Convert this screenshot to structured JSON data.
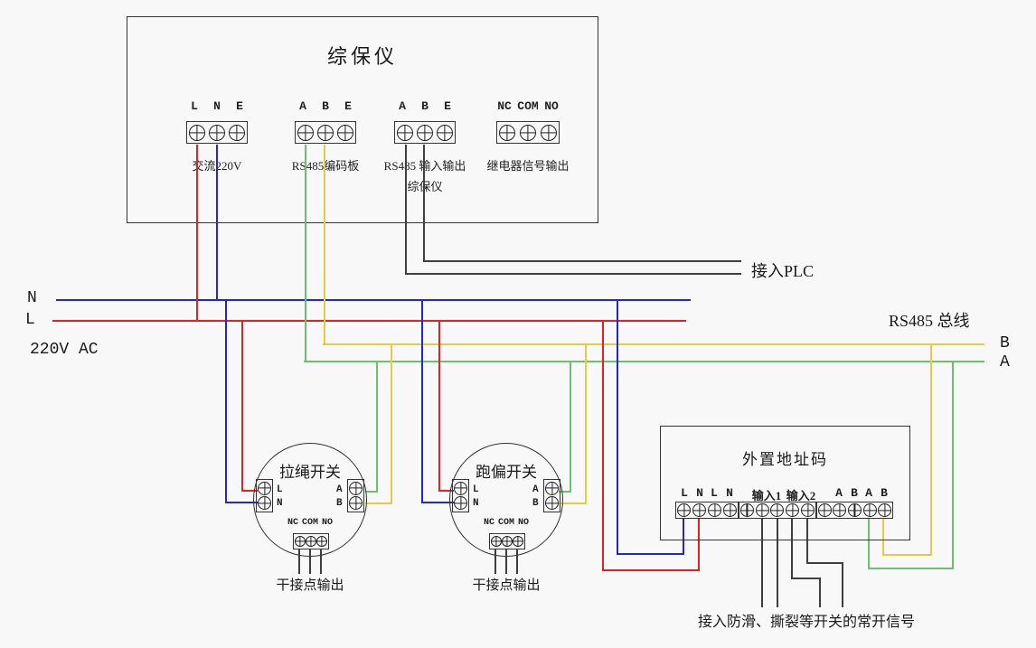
{
  "colors": {
    "background": "#f8f8f8",
    "line": "#333333",
    "wire_red": "#e02222",
    "wire_blue": "#2424dd",
    "wire_yellow": "#e6cc44",
    "wire_green": "#6dc06d",
    "wire_black": "#3f3f3f"
  },
  "main_unit": {
    "title": "综保仪",
    "blocks": [
      {
        "labels": [
          "L",
          "N",
          "E"
        ],
        "caption": "交流220V"
      },
      {
        "labels": [
          "A",
          "B",
          "E"
        ],
        "caption": "RS485编码板"
      },
      {
        "labels": [
          "A",
          "B",
          "E"
        ],
        "caption": "RS485 输入输出",
        "caption2": "综保仪"
      },
      {
        "labels": [
          "NC",
          "COM",
          "NO"
        ],
        "caption": "继电器信号输出"
      }
    ]
  },
  "bus": {
    "n": "N",
    "l": "L",
    "ac": "220V AC",
    "rs485": "RS485 总线",
    "b": "B",
    "a": "A"
  },
  "plc": {
    "label": "接入PLC"
  },
  "switches": [
    {
      "title": "拉绳开关",
      "left": [
        "L",
        "N"
      ],
      "right": [
        "A",
        "B"
      ],
      "relay": [
        "NC",
        "COM",
        "NO"
      ],
      "caption": "干接点输出"
    },
    {
      "title": "跑偏开关",
      "left": [
        "L",
        "N"
      ],
      "right": [
        "A",
        "B"
      ],
      "relay": [
        "NC",
        "COM",
        "NO"
      ],
      "caption": "干接点输出"
    }
  ],
  "address_box": {
    "title": "外置地址码",
    "power_labels": [
      "L",
      "N",
      "L",
      "N"
    ],
    "input_labels": [
      "输入1",
      "输入2"
    ],
    "bus_labels": [
      "A",
      "B",
      "A",
      "B"
    ],
    "caption": "接入防滑、撕裂等开关的常开信号"
  }
}
